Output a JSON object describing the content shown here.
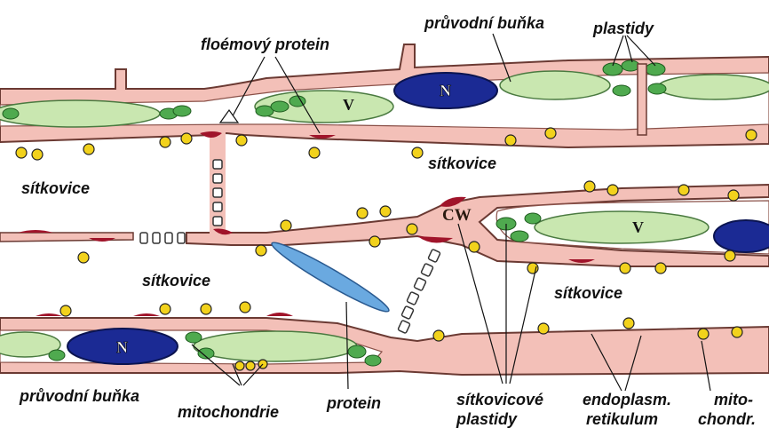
{
  "labels": {
    "phloem_protein": "floémový protein",
    "companion_cell_top": "průvodní buňka",
    "plastids": "plastidy",
    "sieve_tube_left": "sítkovice",
    "sieve_tube_mid_right": "sítkovice",
    "sieve_tube_center_left": "sítkovice",
    "sieve_tube_lower_right": "sítkovice",
    "companion_cell_bottom": "průvodní buňka",
    "mitochondria": "mitochondrie",
    "protein": "protein",
    "sieve_plastids_line1": "sítkovicové",
    "sieve_plastids_line2": "plastidy",
    "er_line1": "endoplasm.",
    "er_line2": "retikulum",
    "mito_line1": "mito-",
    "mito_line2": "chondr.",
    "cell_wall": "CW",
    "nucleus": "N",
    "vacuole": "V"
  },
  "colors": {
    "cell_wall": "#f3c0b8",
    "wall_outline": "#6b3a33",
    "vacuole": "#c9e7b0",
    "plastid": "#4faa4f",
    "nucleus": "#1b2a94",
    "mitochondrion": "#f2d21c",
    "protein_body": "#6aa9e0",
    "deposit": "#a0142a"
  }
}
